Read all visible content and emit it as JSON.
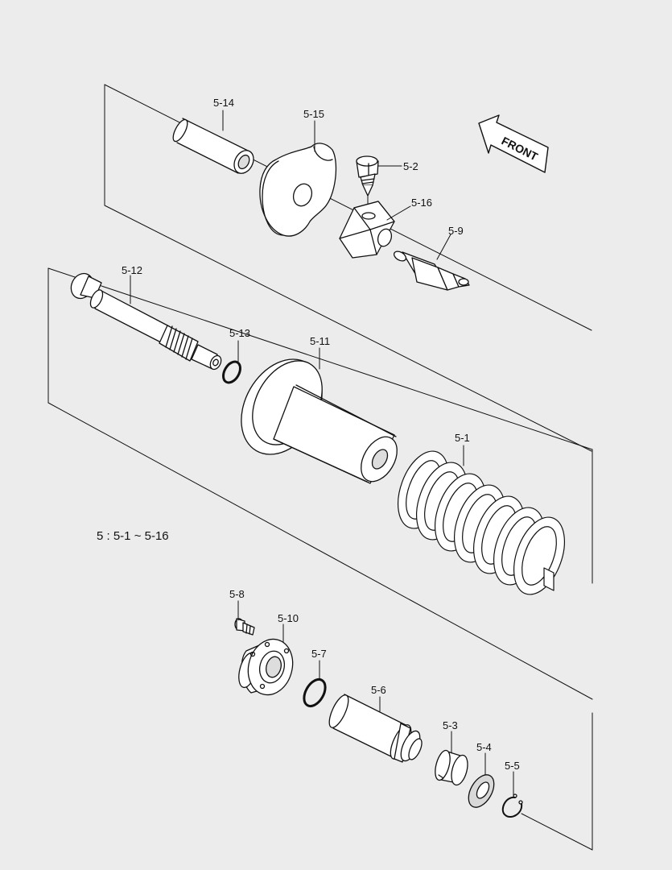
{
  "caption": "5 : 5-1 ~ 5-16",
  "front_label": "FRONT",
  "parts": {
    "p5_1": "5-1",
    "p5_2": "5-2",
    "p5_3": "5-3",
    "p5_4": "5-4",
    "p5_5": "5-5",
    "p5_6": "5-6",
    "p5_7": "5-7",
    "p5_8": "5-8",
    "p5_9": "5-9",
    "p5_10": "5-10",
    "p5_11": "5-11",
    "p5_12": "5-12",
    "p5_13": "5-13",
    "p5_14": "5-14",
    "p5_15": "5-15",
    "p5_16": "5-16"
  }
}
